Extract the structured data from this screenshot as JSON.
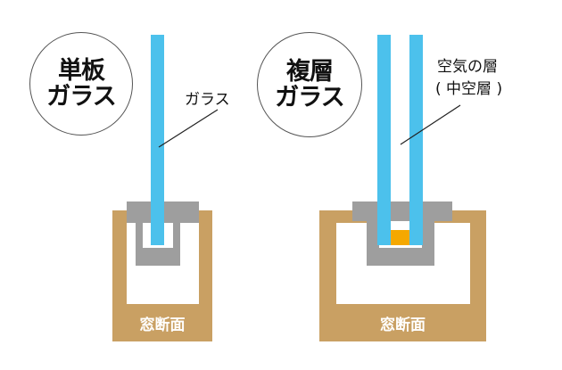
{
  "single": {
    "title_line1": "単板",
    "title_line2": "ガラス",
    "glass_label": "ガラス",
    "frame_label": "窓断面"
  },
  "double": {
    "title_line1": "複層",
    "title_line2": "ガラス",
    "air_label_line1": "空気の層",
    "air_label_line2": "( 中空層 )",
    "frame_label": "窓断面"
  },
  "colors": {
    "glass": "#4cc1ec",
    "frame_wood": "#c9a063",
    "frame_metal": "#9e9e9e",
    "spacer": "#f5a800",
    "outline": "#555555"
  }
}
